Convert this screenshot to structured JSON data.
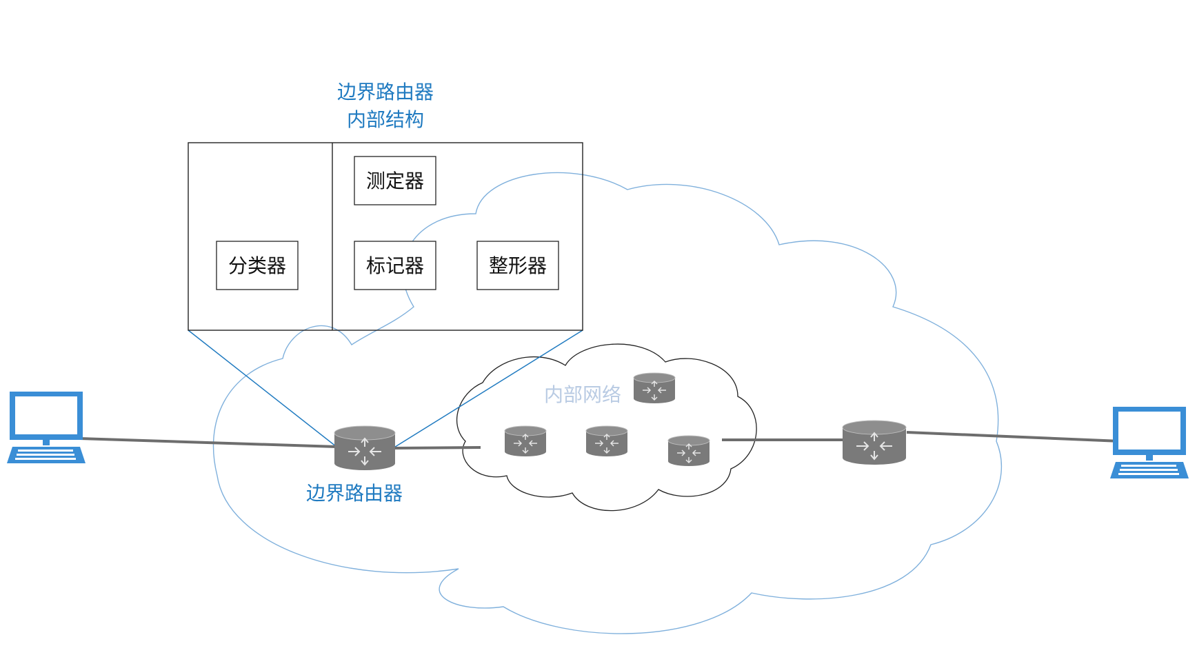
{
  "diagram": {
    "inset_title_line1": "边界路由器",
    "inset_title_line2": "内部结构",
    "boxes": {
      "classifier": "分类器",
      "meter": "测定器",
      "marker": "标记器",
      "shaper": "整形器"
    },
    "edge_router_label": "边界路由器",
    "inner_network_label": "内部网络"
  },
  "colors": {
    "accent_blue": "#1f7ac0",
    "cloud_outline": "#7fb0dc",
    "router_gray": "#7a7a7a",
    "link_gray": "#6d6d6d",
    "computer_blue": "#3a8ed6"
  },
  "icons": {
    "host": "desktop-computer-icon",
    "router": "router-icon"
  }
}
